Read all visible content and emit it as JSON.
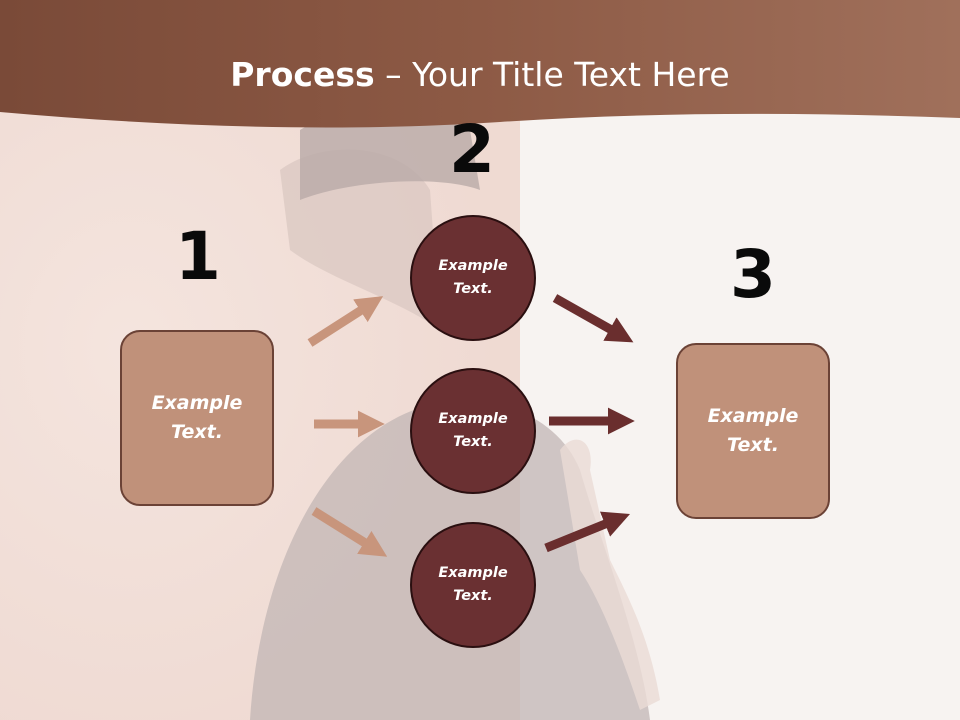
{
  "title": {
    "bold": "Process",
    "rest": " – Your Title Text Here"
  },
  "steps": [
    {
      "number": "1"
    },
    {
      "number": "2"
    },
    {
      "number": "3"
    }
  ],
  "left_box": {
    "text": "Example\nText."
  },
  "circles": [
    {
      "text": "Example\nText."
    },
    {
      "text": "Example\nText."
    },
    {
      "text": "Example\nText."
    }
  ],
  "right_box": {
    "text": "Example\nText."
  },
  "colors": {
    "header": "#8a5542",
    "box_fill": "#c0917a",
    "circle_fill": "#6a3032",
    "light_arrow": "#c8957c",
    "dark_arrow": "#6a2e2e"
  }
}
